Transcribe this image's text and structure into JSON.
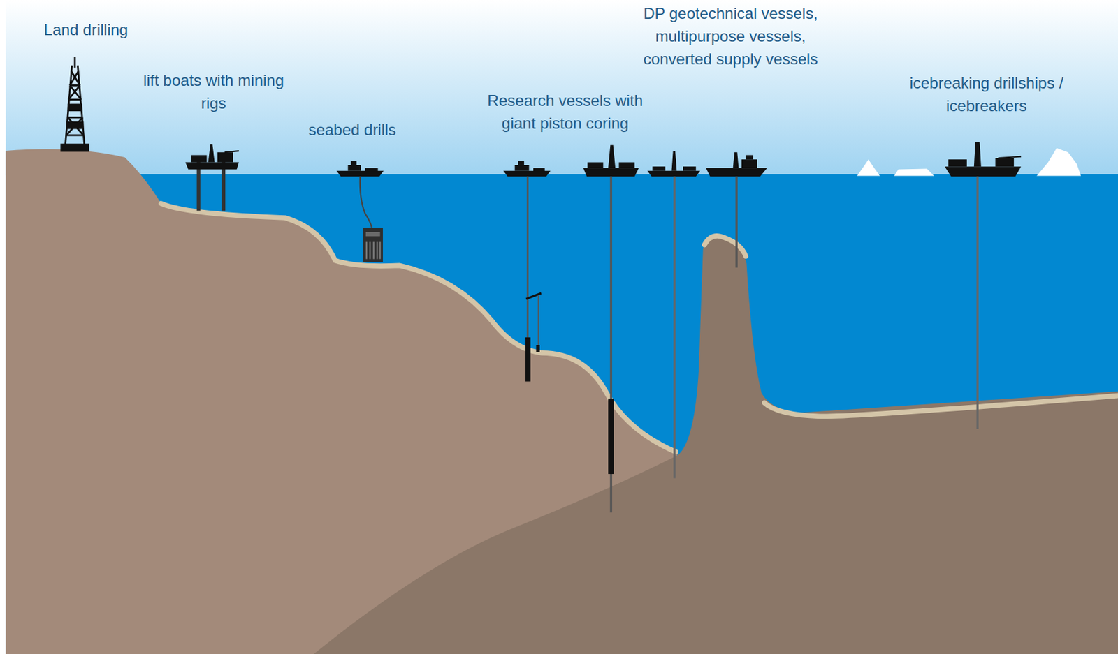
{
  "diagram": {
    "labels": [
      "Land drilling",
      "lift boats with mining rigs",
      "seabed drills",
      "Research vessels with giant piston coring",
      "DP geotechnical vessels, multipurpose vessels, converted supply vessels",
      "icebreaking drillships / icebreakers"
    ]
  }
}
